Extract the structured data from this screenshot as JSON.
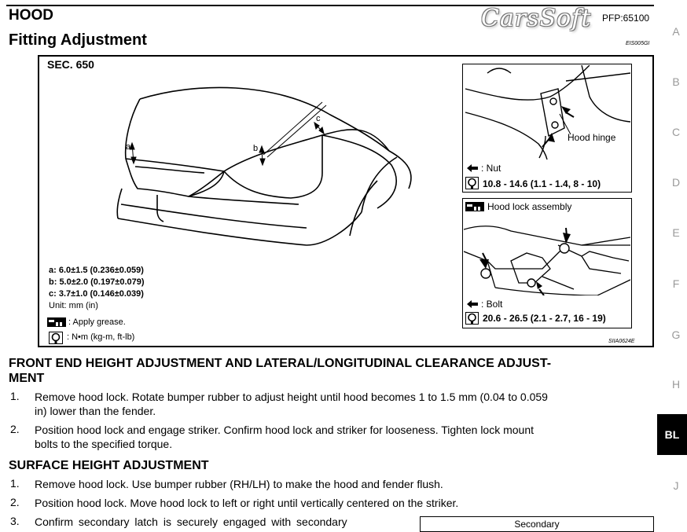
{
  "header": {
    "title": "HOOD",
    "subtitle": "Fitting Adjustment",
    "logo_text": "CarsSoft",
    "pfp": "PFP:65100",
    "code": "EIS005GI"
  },
  "figure": {
    "section": "SEC. 650",
    "dim_labels": {
      "a": "a",
      "b": "b",
      "c": "c"
    },
    "specs": [
      "a: 6.0±1.5 (0.236±0.059)",
      "b: 5.0±2.0 (0.197±0.079)",
      "c: 3.7±1.0 (0.146±0.039)"
    ],
    "unit": "Unit: mm (in)",
    "legend_grease": ": Apply grease.",
    "legend_torque": ": N•m (kg-m, ft-lb)",
    "hinge_panel": {
      "label": "Hood hinge",
      "nut": ": Nut",
      "torque": "10.8 - 14.6 (1.1 - 1.4, 8 - 10)"
    },
    "lock_panel": {
      "label": "Hood lock assembly",
      "bolt": ": Bolt",
      "torque": "20.6 - 26.5 (2.1 - 2.7, 16 - 19)"
    },
    "figure_code": "SIIA0624E"
  },
  "section1": {
    "heading_line1": "FRONT END HEIGHT ADJUSTMENT AND LATERAL/LONGITUDINAL CLEARANCE ADJUST-",
    "heading_line2": "MENT",
    "items": [
      {
        "num": "1.",
        "line1": "Remove hood lock. Rotate bumper rubber to adjust height until hood becomes 1 to 1.5 mm (0.04 to 0.059",
        "line2": "in) lower than the fender."
      },
      {
        "num": "2.",
        "line1": "Position hood lock and engage striker. Confirm hood lock and striker for looseness. Tighten lock mount",
        "line2": "bolts to the specified torque."
      }
    ]
  },
  "section2": {
    "heading": "SURFACE HEIGHT ADJUSTMENT",
    "items": [
      {
        "num": "1.",
        "text": "Remove hood lock. Use bumper rubber (RH/LH) to make the hood and fender flush."
      },
      {
        "num": "2.",
        "text": "Position hood lock. Move hood lock to left or right until vertically centered on the striker."
      },
      {
        "num": "3.",
        "text": "Confirm secondary latch is securely engaged with secondary"
      }
    ],
    "next_figure_label": "Secondary"
  },
  "side_index": {
    "letters": [
      "A",
      "B",
      "C",
      "D",
      "E",
      "F",
      "G",
      "H",
      "J"
    ],
    "active": "BL"
  }
}
